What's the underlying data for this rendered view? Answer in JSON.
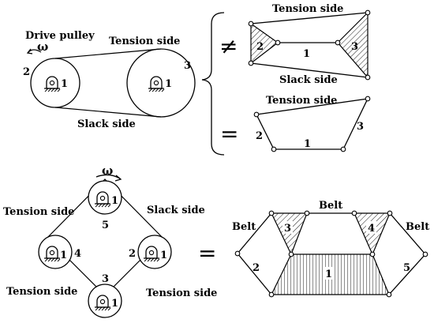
{
  "top_left": {
    "drive_pulley": "Drive pulley",
    "omega": "ω",
    "tension": "Tension side",
    "slack": "Slack side",
    "num_2": "2",
    "num_3": "3",
    "num_1a": "1",
    "num_1b": "1"
  },
  "top_right_upper": {
    "neq": "≠",
    "tension": "Tension side",
    "slack": "Slack side",
    "num_2": "2",
    "num_1": "1",
    "num_3": "3"
  },
  "top_right_lower": {
    "eq": "=",
    "tension": "Tension side",
    "num_2": "2",
    "num_1": "1",
    "num_3": "3"
  },
  "bottom_left": {
    "omega": "ω",
    "tension_tl": "Tension side",
    "slack_tr": "Slack side",
    "tension_bl": "Tension side",
    "tension_br": "Tension side",
    "num_5": "5",
    "num_4": "4",
    "num_2": "2",
    "num_3": "3",
    "num_1_top": "1",
    "num_1_left": "1",
    "num_1_right": "1",
    "num_1_bottom": "1"
  },
  "bottom_right": {
    "eq": "=",
    "belt_top": "Belt",
    "belt_left": "Belt",
    "belt_right": "Belt",
    "num_3": "3",
    "num_4": "4",
    "num_2": "2",
    "num_1": "1",
    "num_5": "5"
  },
  "colors": {
    "ink": "#000000",
    "background": "#ffffff"
  }
}
